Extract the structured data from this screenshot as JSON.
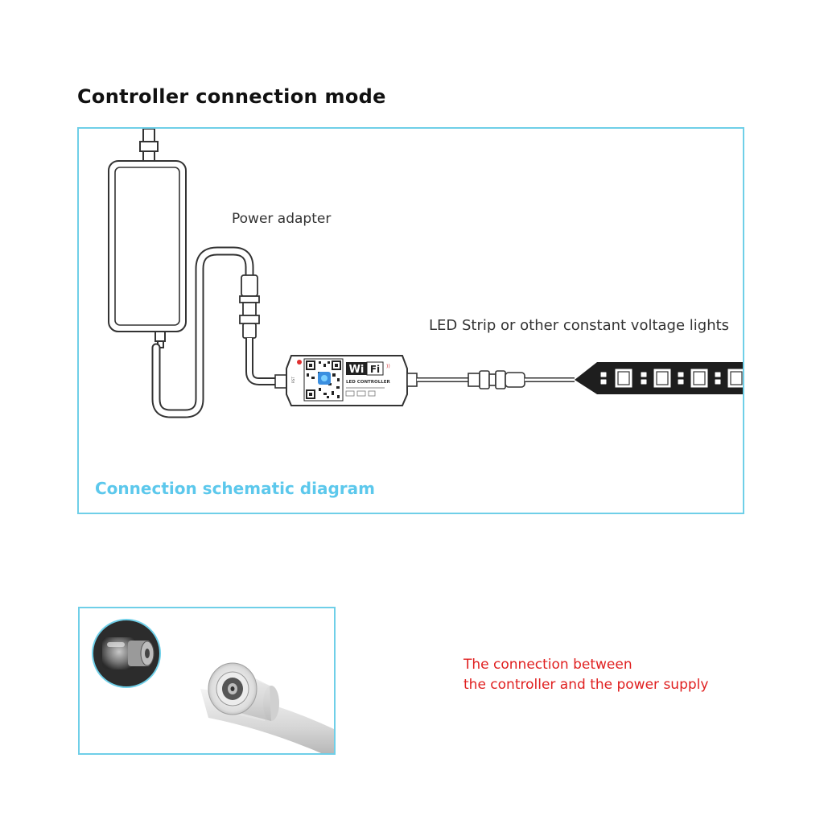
{
  "header": {
    "title": "Controller connection mode"
  },
  "diagram": {
    "power_adapter_label": "Power adapter",
    "led_strip_label": "LED Strip or other constant voltage lights",
    "schematic_label": "Connection schematic diagram",
    "controller": {
      "badge_left": "Wi",
      "badge_right": "Fi",
      "model": "LED CONTROLLER"
    }
  },
  "photo_note": {
    "line1": "The connection between",
    "line2": "the controller and the power supply"
  },
  "colors": {
    "frame": "#6fcfe8",
    "schematic_label": "#5cc8ec",
    "note": "#e02020",
    "title": "#111111"
  }
}
